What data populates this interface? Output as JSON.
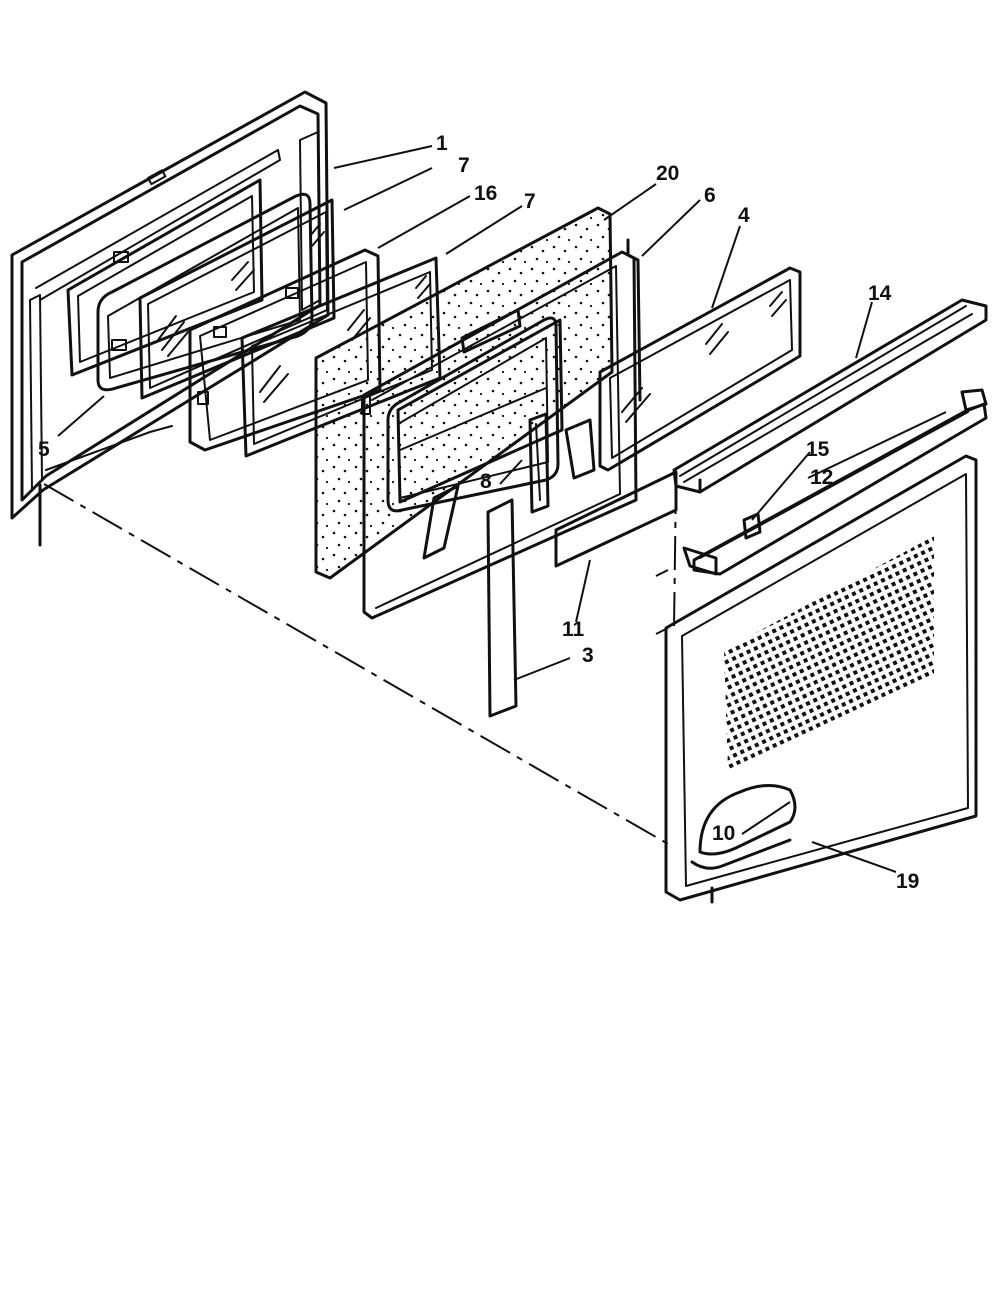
{
  "diagram": {
    "parts": [
      {
        "id": "p1",
        "label": "1"
      },
      {
        "id": "p7a",
        "label": "7"
      },
      {
        "id": "p16",
        "label": "16"
      },
      {
        "id": "p7b",
        "label": "7"
      },
      {
        "id": "p20",
        "label": "20"
      },
      {
        "id": "p6",
        "label": "6"
      },
      {
        "id": "p4",
        "label": "4"
      },
      {
        "id": "p14",
        "label": "14"
      },
      {
        "id": "p5",
        "label": "5"
      },
      {
        "id": "p15",
        "label": "15"
      },
      {
        "id": "p12",
        "label": "12"
      },
      {
        "id": "p8",
        "label": "8"
      },
      {
        "id": "p11",
        "label": "11"
      },
      {
        "id": "p3",
        "label": "3"
      },
      {
        "id": "p10",
        "label": "10"
      },
      {
        "id": "p19",
        "label": "19"
      }
    ]
  }
}
